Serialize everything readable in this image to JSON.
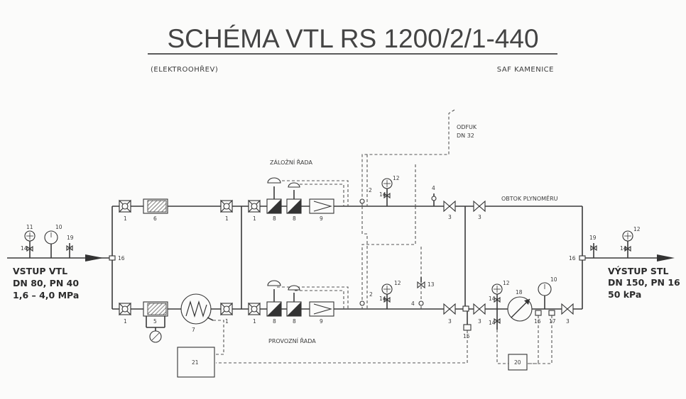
{
  "title": "SCHÉMA VTL RS 1200/2/1-440",
  "subtitle_left": "(ELEKTROOHŘEV)",
  "subtitle_right": "SAF KAMENICE",
  "inlet": {
    "line1": "VSTUP VTL",
    "line2": "DN 80, PN 40",
    "line3": "1,6 – 4,0 MPa"
  },
  "outlet": {
    "line1": "VÝSTUP STL",
    "line2": "DN 150, PN 16",
    "line3": "50 kPa"
  },
  "labels": {
    "vent1": "ODFUK",
    "vent2": "DN 32",
    "reserve_line": "ZÁLOŽNÍ ŘADA",
    "operating_line": "PROVOZNÍ ŘADA",
    "bypass": "OBTOK PLYNOMĚRU"
  },
  "numbers": {
    "n1": "1",
    "n2": "2",
    "n3": "3",
    "n4": "4",
    "n5": "5",
    "n6": "6",
    "n7": "7",
    "n8": "8",
    "n9": "9",
    "n10": "10",
    "n11": "11",
    "n12": "12",
    "n13": "13",
    "n14": "14",
    "n15": "15",
    "n16": "16",
    "n17": "17",
    "n18": "18",
    "n19": "19",
    "n20": "20",
    "n21": "21"
  }
}
